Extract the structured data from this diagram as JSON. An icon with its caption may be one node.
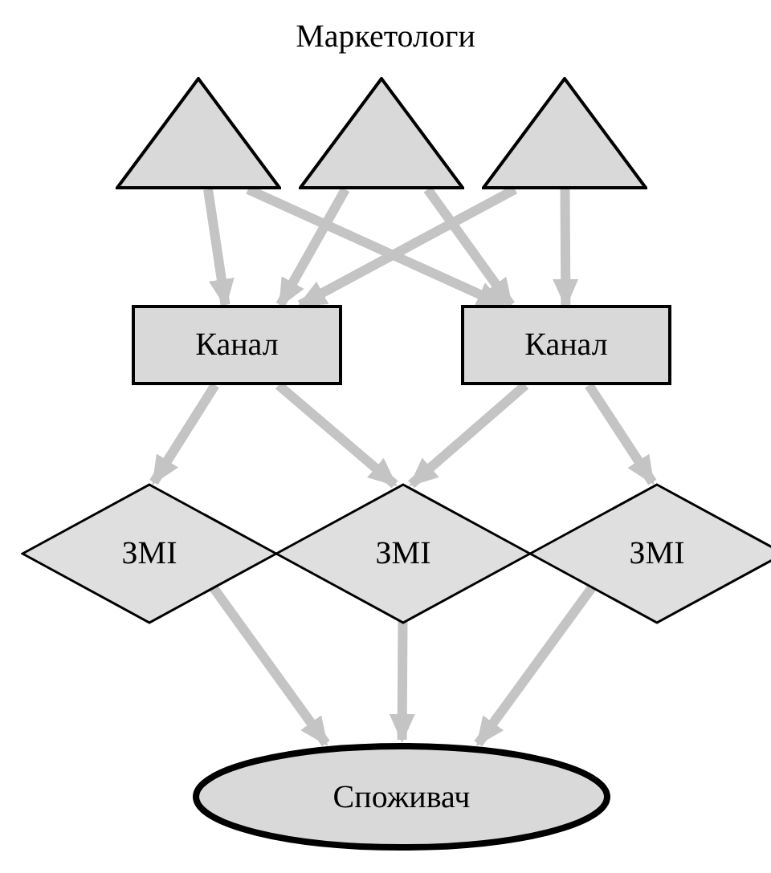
{
  "diagram": {
    "title": "Маркетологи",
    "nodes": [
      {
        "text": [],
        "shape": "triangle"
      },
      {
        "text": [],
        "shape": "triangle"
      },
      {
        "text": [],
        "shape": "triangle"
      },
      {
        "text": [
          "Канал"
        ]
      },
      {
        "text": [
          "Канал"
        ]
      },
      {
        "text": [
          "ЗМІ"
        ]
      },
      {
        "text": [
          "ЗМІ"
        ]
      },
      {
        "text": [
          "ЗМІ"
        ]
      },
      {
        "text": [
          "Споживач"
        ]
      }
    ],
    "edges": [
      {
        "from": 0,
        "to": 3,
        "arrow": "to"
      },
      {
        "from": 0,
        "to": 4,
        "arrow": "to"
      },
      {
        "from": 1,
        "to": 3,
        "arrow": "to"
      },
      {
        "from": 1,
        "to": 4,
        "arrow": "to"
      },
      {
        "from": 2,
        "to": 3,
        "arrow": "to"
      },
      {
        "from": 2,
        "to": 4,
        "arrow": "to"
      },
      {
        "from": 3,
        "to": 5,
        "arrow": "to"
      },
      {
        "from": 3,
        "to": 6,
        "arrow": "to"
      },
      {
        "from": 4,
        "to": 6,
        "arrow": "to"
      },
      {
        "from": 4,
        "to": 7,
        "arrow": "to"
      },
      {
        "from": 5,
        "to": 8,
        "arrow": "to"
      },
      {
        "from": 6,
        "to": 8,
        "arrow": "to"
      },
      {
        "from": 7,
        "to": 8,
        "arrow": "to"
      }
    ]
  }
}
